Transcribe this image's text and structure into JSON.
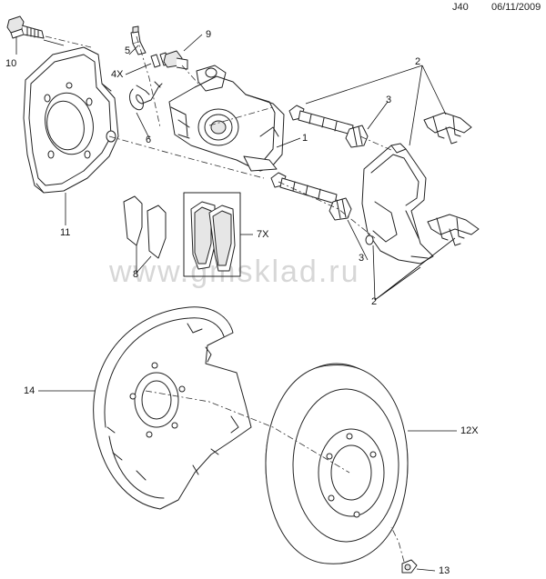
{
  "header": {
    "code": "J40",
    "date": "06/11/2009"
  },
  "watermark": "www.gmsklad.ru",
  "callouts": {
    "c1": "1",
    "c2a": "2",
    "c2b": "2",
    "c3a": "3",
    "c3b": "3",
    "c4x": "4X",
    "c5": "5",
    "c6": "6",
    "c7x": "7X",
    "c8": "8",
    "c9": "9",
    "c10": "10",
    "c11": "11",
    "c12x": "12X",
    "c13": "13",
    "c14": "14"
  }
}
